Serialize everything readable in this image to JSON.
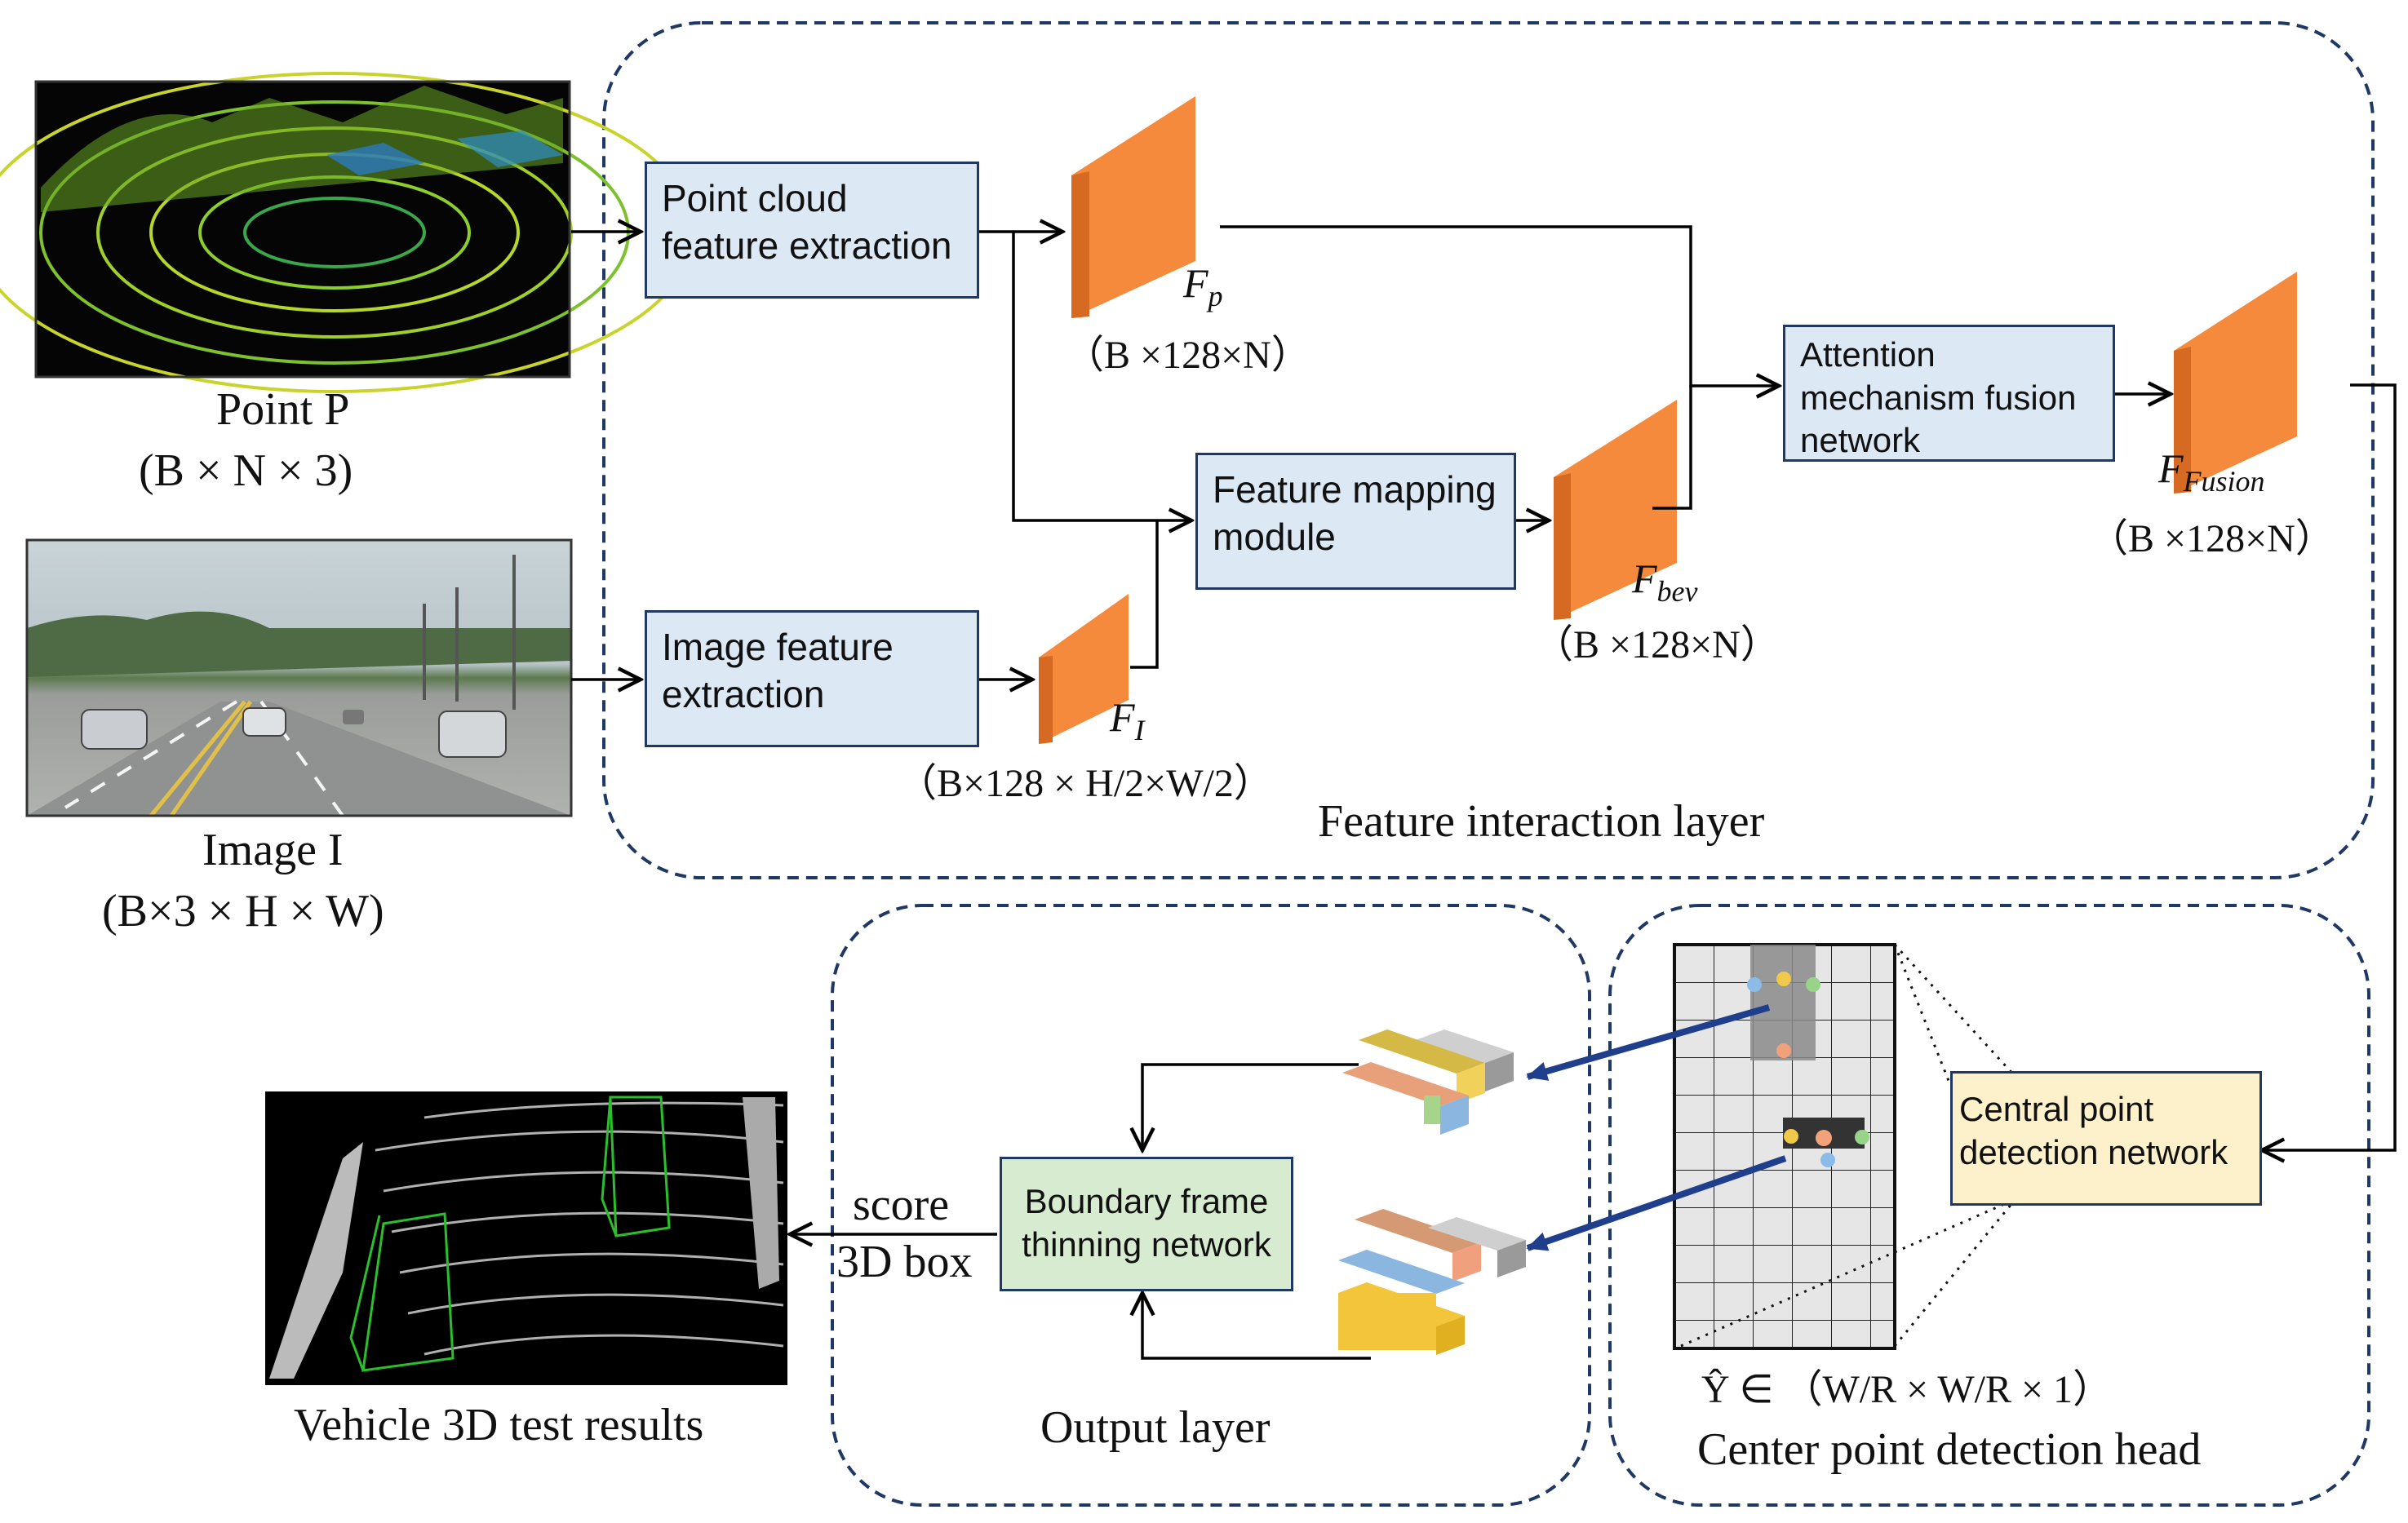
{
  "inputs": {
    "point": {
      "name": "Point  P",
      "dims": "(B × N × 3)"
    },
    "image": {
      "name": "Image I",
      "dims": "(B×3 × H × W)"
    }
  },
  "blocks": {
    "point_cloud_extraction": "Point cloud feature extraction",
    "image_feature_extraction": "Image feature extraction",
    "feature_mapping": "Feature mapping module",
    "attention_fusion": "Attention mechanism fusion network",
    "central_point_detection": "Central point detection network",
    "boundary_thinning": "Boundary frame thinning network"
  },
  "features": {
    "fp": {
      "symbol": "F",
      "sub": "p",
      "dims": "（B ×128×N）"
    },
    "fi": {
      "symbol": "F",
      "sub": "I",
      "dims": "（B×128 × H/2×W/2）"
    },
    "fbev": {
      "symbol": "F",
      "sub": "bev",
      "dims": "（B ×128×N）"
    },
    "ffusion": {
      "symbol": "F",
      "sub": "Fusion",
      "dims": "（B ×128×N）"
    }
  },
  "regions": {
    "feature_interaction": "Feature interaction layer",
    "output_layer": "Output layer",
    "center_head": "Center point detection head"
  },
  "heatmap_formula": "Ŷ ∈ （W/R × W/R × 1）",
  "outputs": {
    "score": "score",
    "box": "3D box",
    "result_caption": "Vehicle 3D test results"
  },
  "colors": {
    "box_border": "#1f3864",
    "blue_fill": "#dce9f5",
    "green_fill": "#d6ebcf",
    "yellow_fill": "#fdf1cc",
    "feature_map": "#f58a3c",
    "dashed_region": "#1f3864"
  }
}
